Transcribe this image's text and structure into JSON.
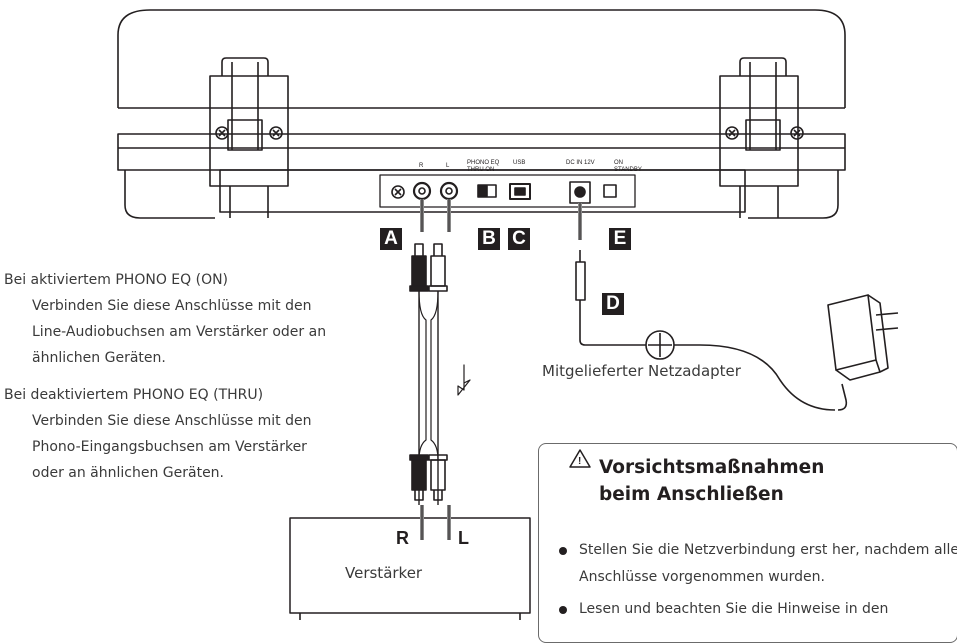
{
  "labels": {
    "a": "A",
    "b": "B",
    "c": "C",
    "d": "D",
    "e": "E"
  },
  "panel": {
    "r_jack": "R",
    "l_jack": "L",
    "phono_eq": "PHONO EQ",
    "phono_eq_opts": "THRU   ON",
    "usb": "USB",
    "dc_in": "DC IN 12V",
    "on": "ON",
    "standby": "STANDBY"
  },
  "phono_on": {
    "heading": "Bei aktiviertem PHONO EQ (ON)",
    "lines": [
      "Verbinden Sie diese Anschlüsse mit den",
      "Line-Audiobuchsen am Verstärker oder an",
      "ähnlichen Geräten."
    ]
  },
  "phono_thru": {
    "heading": "Bei deaktiviertem PHONO EQ (THRU)",
    "lines": [
      "Verbinden Sie diese Anschlüsse mit den",
      "Phono-Eingangsbuchsen am Verstärker",
      "oder an ähnlichen Geräten."
    ]
  },
  "adapter_label": "Mitgelieferter Netzadapter",
  "amplifier": {
    "label": "Verstärker",
    "r": "R",
    "l": "L"
  },
  "caution": {
    "title": "Vorsichtsmaßnahmen beim Anschließen",
    "items": [
      "Stellen Sie die Netzverbindung erst her, nachdem alle Anschlüsse vorgenommen wurden.",
      "Lesen und beachten Sie die Hinweise in den"
    ]
  }
}
